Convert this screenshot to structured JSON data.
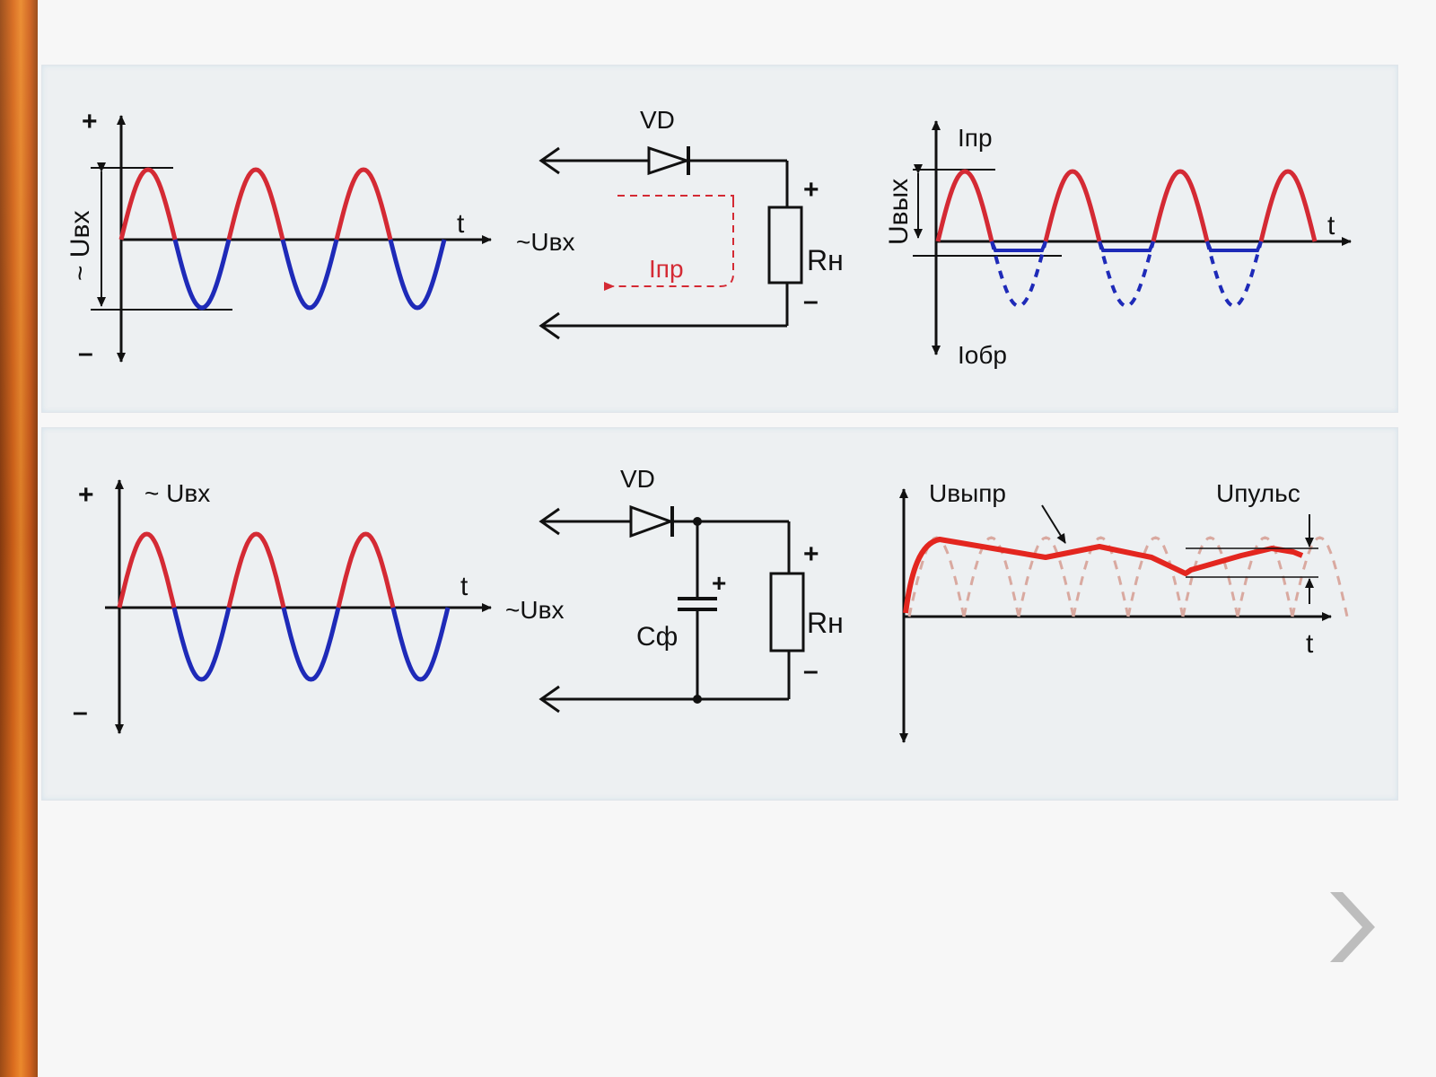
{
  "colors": {
    "positive": "#d42a34",
    "negative": "#1e2ab8",
    "ripple": "#e3261f",
    "ghost": "#d9a9a0",
    "wire": "#111111",
    "accent_stripe": "#e07a22",
    "chevron": "#bdbdbd"
  },
  "icons": {
    "next": "chevron-right-icon"
  },
  "top": {
    "graph_in": {
      "plus": "+",
      "minus": "–",
      "t": "t",
      "u_label": "~ Uвх"
    },
    "circuit": {
      "vd": "VD",
      "u_in": "~Uвх",
      "i_label": "Iпр",
      "rn": "Rн",
      "plus": "+",
      "minus": "–"
    },
    "graph_out": {
      "i_fwd": "Iпр",
      "i_rev": "Iобр",
      "t": "t",
      "u_label": "Uвых"
    }
  },
  "bottom": {
    "graph_in": {
      "plus": "+",
      "minus": "–",
      "t": "t",
      "u_label": "~ Uвх"
    },
    "circuit": {
      "vd": "VD",
      "u_in": "~Uвх",
      "cap": "Cф",
      "cap_plus": "+",
      "rn": "Rн",
      "plus": "+",
      "minus": "–"
    },
    "graph_out": {
      "u_rect": "Uвыпр",
      "u_ripple": "Uпульс",
      "t": "t"
    }
  }
}
